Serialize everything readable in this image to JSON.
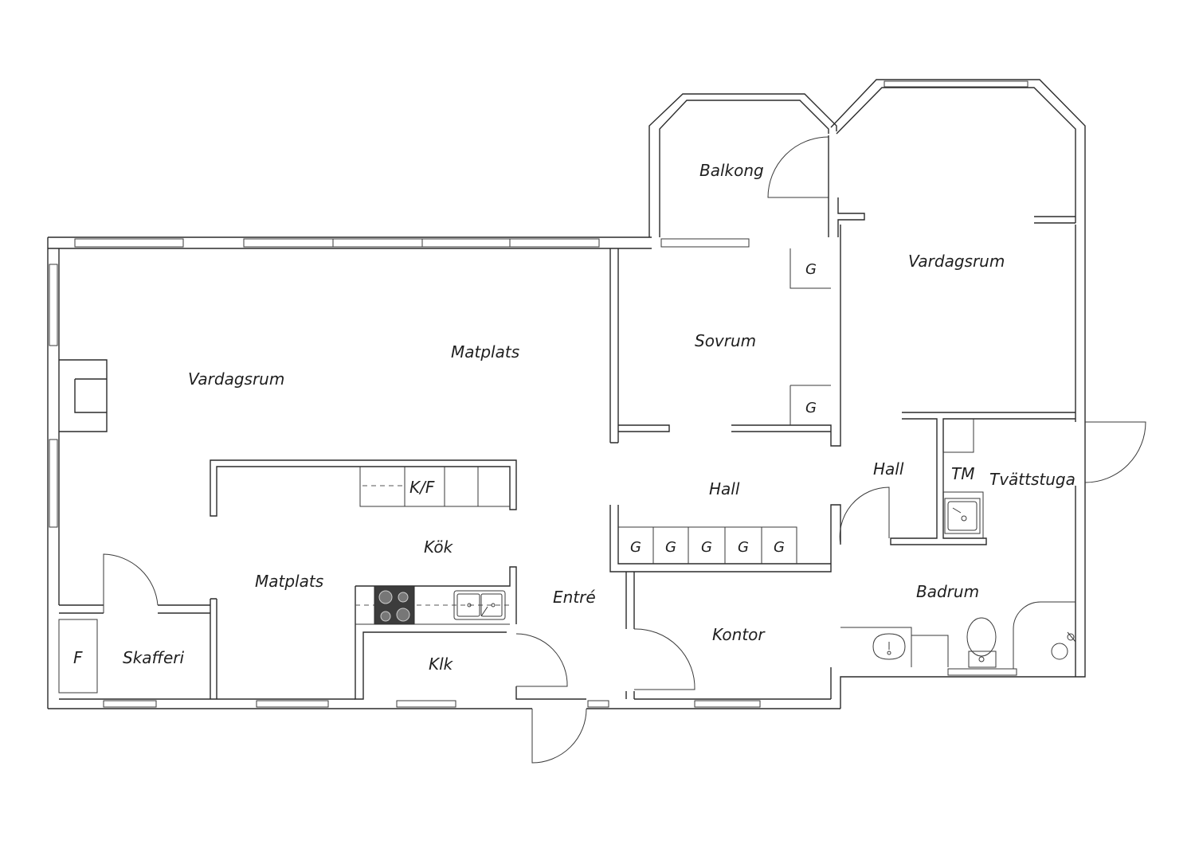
{
  "rooms": {
    "vardagsrum_left": "Vardagsrum",
    "matplats_top": "Matplats",
    "matplats_bottom": "Matplats",
    "kok": "Kök",
    "kf": "K/F",
    "skafferi": "Skafferi",
    "f": "F",
    "klk": "Klk",
    "entre": "Entré",
    "sovrum": "Sovrum",
    "balkong": "Balkong",
    "vardagsrum_right": "Vardagsrum",
    "hall_center": "Hall",
    "hall_right": "Hall",
    "kontor": "Kontor",
    "badrum": "Badrum",
    "tvattstuga": "Tvättstuga",
    "tm": "TM",
    "g": "G"
  },
  "colors": {
    "wall": "#2b2b2b",
    "stove": "#3c3c3c"
  }
}
